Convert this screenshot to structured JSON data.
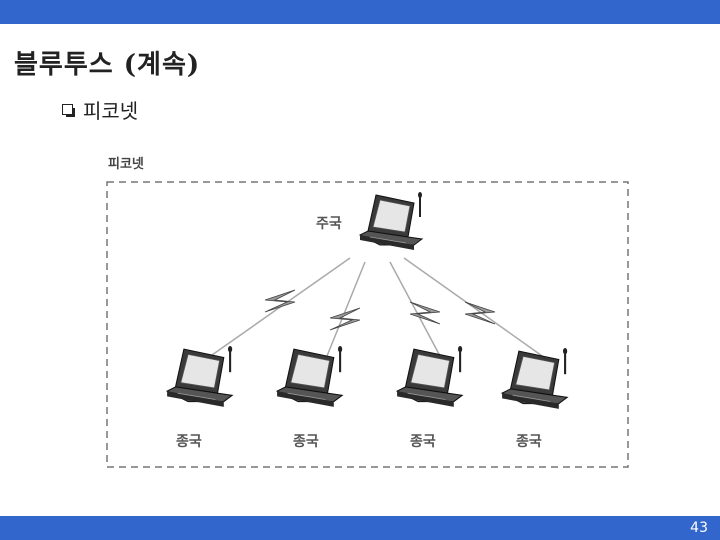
{
  "slide": {
    "title": "블루투스 (계속)",
    "bullet": "피코넷",
    "page_number": "43"
  },
  "diagram": {
    "group_label": "피코넷",
    "master_label": "주국",
    "slave_labels": [
      "종국",
      "종국",
      "종국",
      "종국"
    ]
  },
  "colors": {
    "bar": "#3366cc",
    "border_dashed": "#777777",
    "lightning": "#9a9a9a"
  },
  "icons": {
    "bullet": "checkbox-bullet-icon",
    "device": "laptop-antenna-icon",
    "link": "lightning-bolt-icon"
  }
}
